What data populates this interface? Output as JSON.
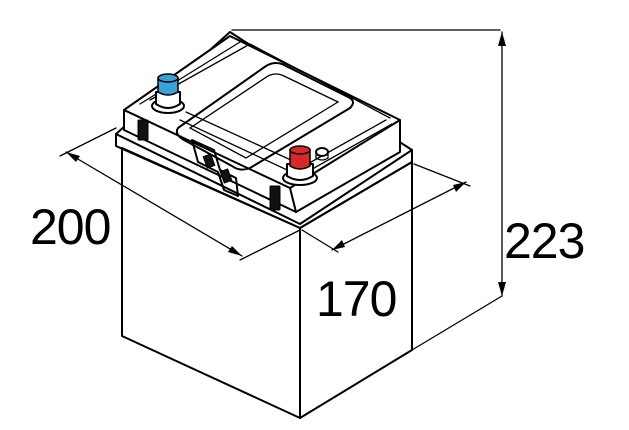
{
  "dimensions": {
    "length": "200",
    "width": "170",
    "height": "223"
  },
  "terminals": {
    "negative_color": "#3aa0d8",
    "positive_color": "#d42a2a"
  }
}
